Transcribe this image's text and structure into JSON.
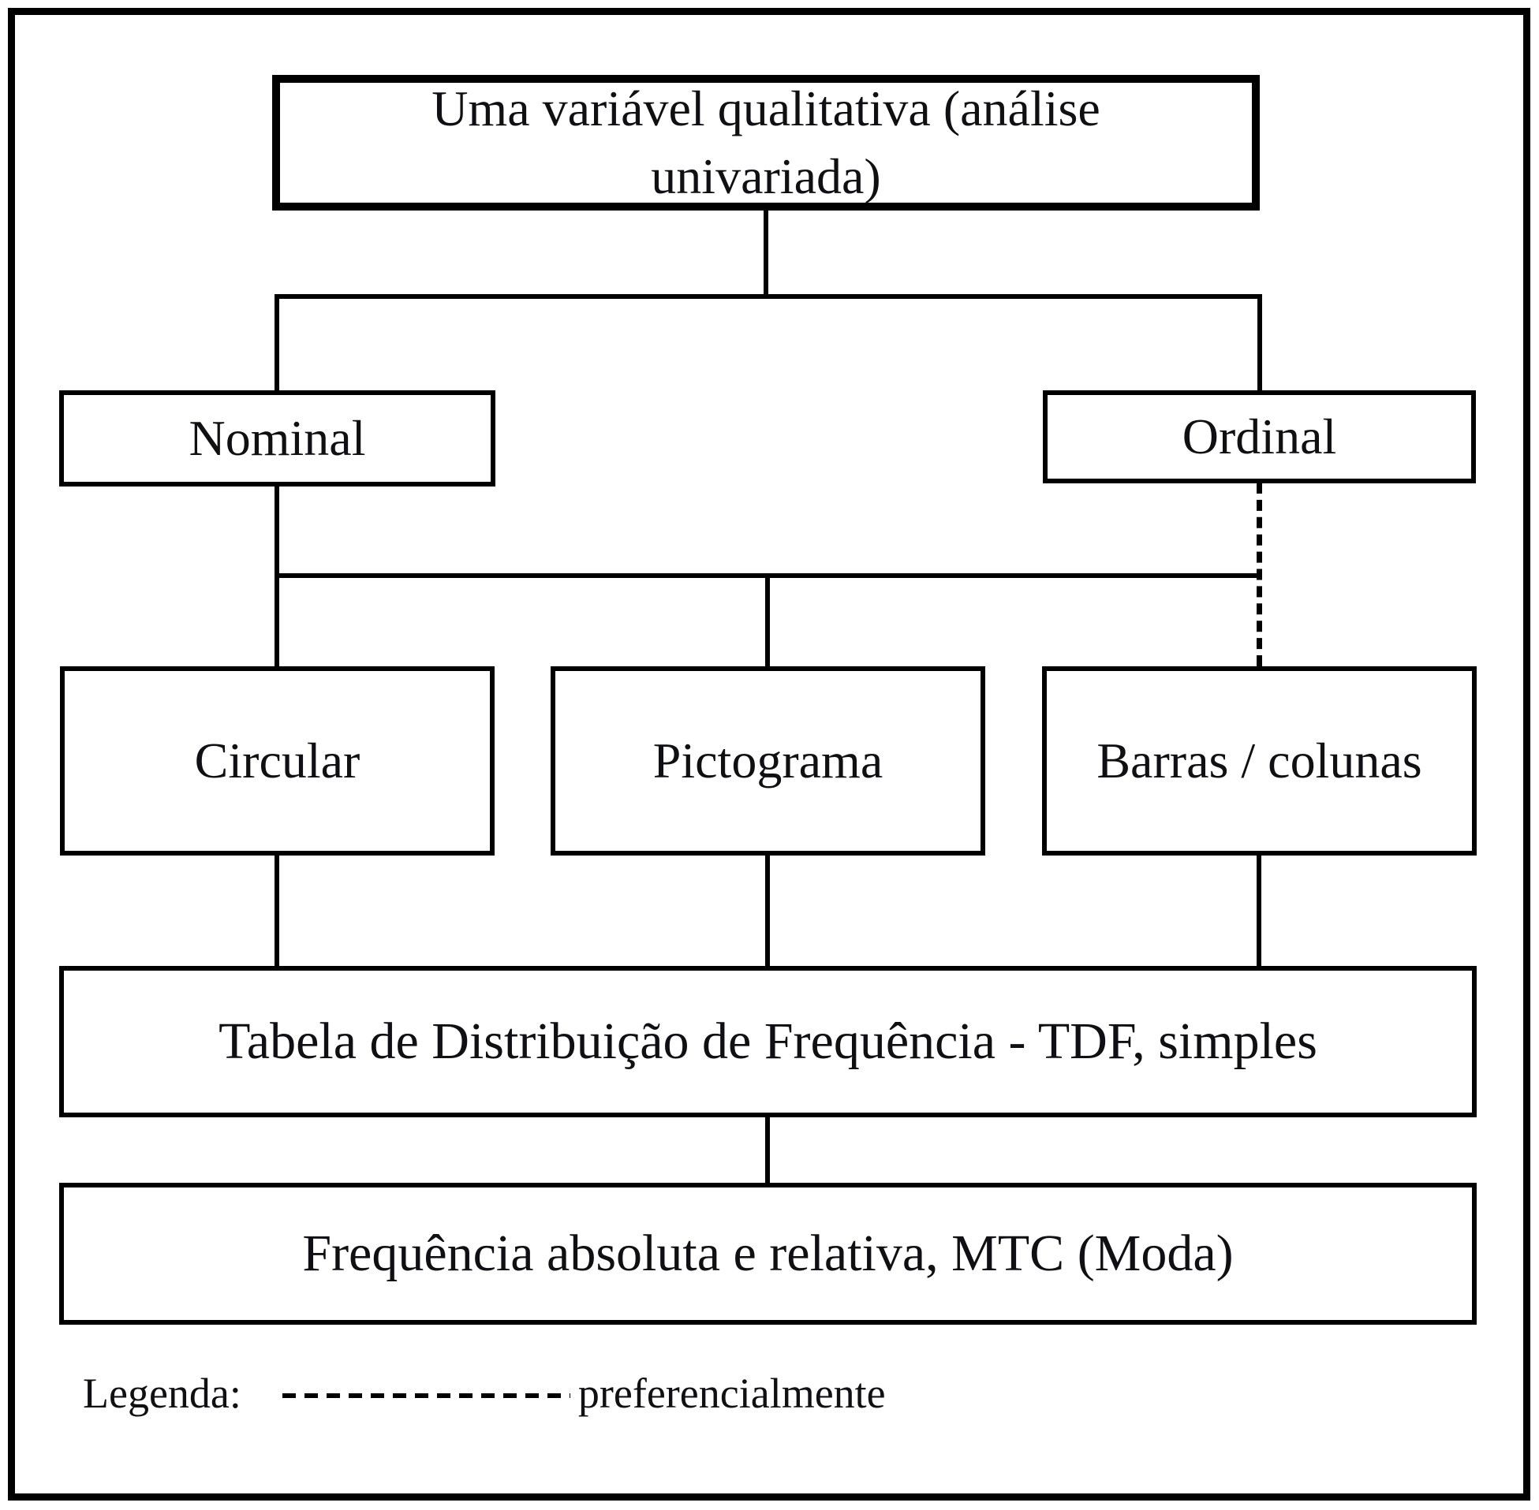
{
  "diagram": {
    "type": "flowchart",
    "language": "pt",
    "nodes": {
      "root": {
        "label": "Uma variável qualitativa (análise univariada)"
      },
      "nominal": {
        "label": "Nominal"
      },
      "ordinal": {
        "label": "Ordinal"
      },
      "circular": {
        "label": "Circular"
      },
      "pictograma": {
        "label": "Pictograma"
      },
      "barras": {
        "label": "Barras / colunas"
      },
      "tdf": {
        "label": "Tabela de Distribuição de Frequência - TDF, simples"
      },
      "freq": {
        "label": "Frequência absoluta e relativa, MTC (Moda)"
      }
    },
    "edges": [
      {
        "from": "root",
        "to": "nominal",
        "style": "solid"
      },
      {
        "from": "root",
        "to": "ordinal",
        "style": "solid"
      },
      {
        "from": "nominal",
        "to": "circular",
        "style": "solid"
      },
      {
        "from": "nominal",
        "to": "pictograma",
        "style": "solid"
      },
      {
        "from": "nominal",
        "to": "barras",
        "style": "solid"
      },
      {
        "from": "ordinal",
        "to": "barras",
        "style": "dashed"
      },
      {
        "from": "circular",
        "to": "tdf",
        "style": "solid"
      },
      {
        "from": "pictograma",
        "to": "tdf",
        "style": "solid"
      },
      {
        "from": "barras",
        "to": "tdf",
        "style": "solid"
      },
      {
        "from": "tdf",
        "to": "freq",
        "style": "solid"
      }
    ],
    "legend": {
      "label": "Legenda:",
      "dash_meaning": "preferencialmente"
    },
    "colors": {
      "background": "#ffffff",
      "line": "#000000",
      "text": "#101014"
    }
  }
}
